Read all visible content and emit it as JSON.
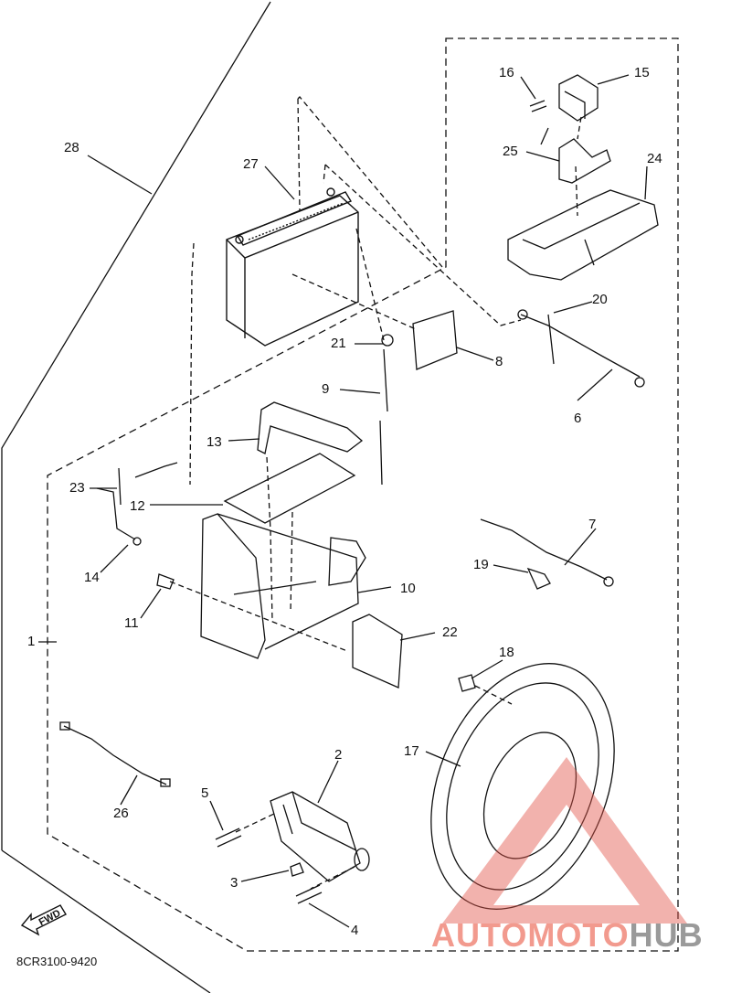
{
  "callouts": {
    "c1": "1",
    "c2": "2",
    "c3": "3",
    "c4": "4",
    "c5": "5",
    "c6": "6",
    "c7": "7",
    "c8": "8",
    "c9": "9",
    "c10": "10",
    "c11": "11",
    "c12": "12",
    "c13": "13",
    "c14": "14",
    "c15": "15",
    "c16": "16",
    "c17": "17",
    "c18": "18",
    "c19": "19",
    "c20": "20",
    "c21": "21",
    "c22": "22",
    "c23": "23",
    "c24": "24",
    "c25": "25",
    "c26": "26",
    "c27": "27",
    "c28": "28"
  },
  "diagram_code": "8CR3100-9420",
  "fwd_arrow_label": "FWD",
  "watermark": {
    "part1": "AUTOMOTO",
    "part2": "HUB",
    "color_accent": "#e2554a",
    "color_gray": "#9a9a9a"
  }
}
